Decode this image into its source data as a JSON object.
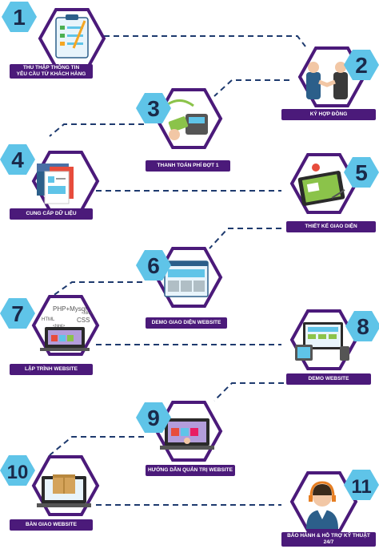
{
  "steps": [
    {
      "number": "1",
      "label": "THU THẬP THÔNG TIN\nYÊU CẦU TỪ KHÁCH HÀNG",
      "illustration": "clipboard-form-icon"
    },
    {
      "number": "2",
      "label": "KÝ HỢP ĐỒNG",
      "illustration": "handshake-icon"
    },
    {
      "number": "3",
      "label": "THANH TOÁN PHÍ ĐỢT 1",
      "illustration": "card-payment-icon"
    },
    {
      "number": "4",
      "label": "CUNG CẤP DỮ LIỆU",
      "illustration": "documents-folder-icon"
    },
    {
      "number": "5",
      "label": "THIẾT KẾ GIAO DIỆN",
      "illustration": "design-tablet-icon"
    },
    {
      "number": "6",
      "label": "DEMO GIAO DIỆN WEBSITE",
      "illustration": "browser-layout-icon"
    },
    {
      "number": "7",
      "label": "LẬP TRÌNH WEBSITE",
      "illustration": "code-laptop-icon",
      "tech_text": [
        "PHP+Mysql",
        "HTML",
        "CSS",
        "<html>",
        "</div>"
      ]
    },
    {
      "number": "8",
      "label": "DEMO WEBSITE",
      "illustration": "devices-website-icon"
    },
    {
      "number": "9",
      "label": "HƯỚNG DẪN QUẢN TRỊ WEBSITE",
      "illustration": "admin-laptop-icon"
    },
    {
      "number": "10",
      "label": "BÀN GIAO WEBSITE",
      "illustration": "laptop-box-icon"
    },
    {
      "number": "11",
      "label": "BẢO HÀNH & HỖ TRỢ KỸ THUẬT\n24/7",
      "illustration": "support-agent-icon"
    }
  ],
  "colors": {
    "hex_border": "#4b1a7a",
    "label_bg": "#4b1a7a",
    "connector": "#1e3a6e",
    "number_hex": "#5fc4e8",
    "number_text": "#1a2a4a"
  }
}
